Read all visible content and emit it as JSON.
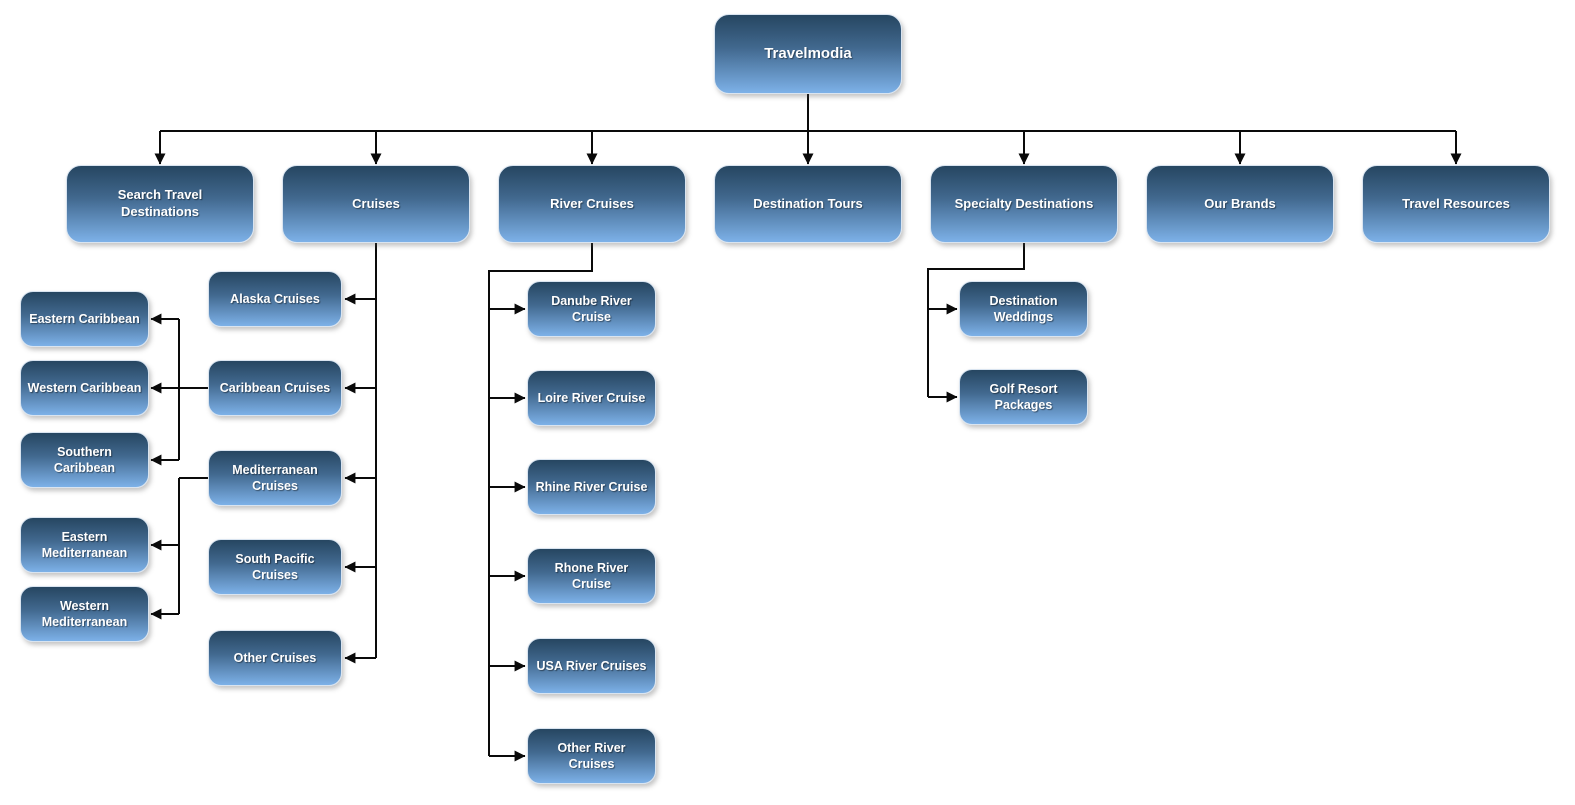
{
  "root": {
    "label": "Travelmodia"
  },
  "level2": [
    {
      "label": "Search Travel Destinations"
    },
    {
      "label": "Cruises"
    },
    {
      "label": "River Cruises"
    },
    {
      "label": "Destination Tours"
    },
    {
      "label": "Specialty Destinations"
    },
    {
      "label": "Our Brands"
    },
    {
      "label": "Travel Resources"
    }
  ],
  "cruises_children": [
    {
      "label": "Alaska Cruises"
    },
    {
      "label": "Caribbean Cruises"
    },
    {
      "label": "Mediterranean Cruises"
    },
    {
      "label": "South Pacific Cruises"
    },
    {
      "label": "Other Cruises"
    }
  ],
  "caribbean_children": [
    {
      "label": "Eastern Caribbean"
    },
    {
      "label": "Western Caribbean"
    },
    {
      "label": "Southern Caribbean"
    }
  ],
  "mediterranean_children": [
    {
      "label": "Eastern Mediterranean"
    },
    {
      "label": "Western Mediterranean"
    }
  ],
  "river_children": [
    {
      "label": "Danube River Cruise"
    },
    {
      "label": "Loire River Cruise"
    },
    {
      "label": "Rhine River Cruise"
    },
    {
      "label": "Rhone River Cruise"
    },
    {
      "label": "USA River Cruises"
    },
    {
      "label": "Other River Cruises"
    }
  ],
  "specialty_children": [
    {
      "label": "Destination Weddings"
    },
    {
      "label": "Golf Resort Packages"
    }
  ],
  "colors": {
    "node_top": "#264661",
    "node_mid": "#41688e",
    "node_bottom": "#7db1e8",
    "node_border": "#d9e4f0",
    "connector": "#0a0a0a",
    "node_text": "#ffffff",
    "page_bg": "#ffffff"
  }
}
